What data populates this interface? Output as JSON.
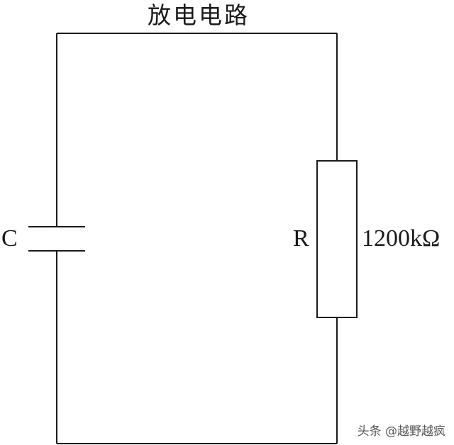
{
  "title": "放电电路",
  "capacitor": {
    "label": "C"
  },
  "resistor": {
    "label": "R",
    "value": "1200kΩ"
  },
  "watermark": "头条 @越野越疯",
  "colors": {
    "wire": "#1a1a1a",
    "background": "#ffffff",
    "watermark": "#555555"
  }
}
